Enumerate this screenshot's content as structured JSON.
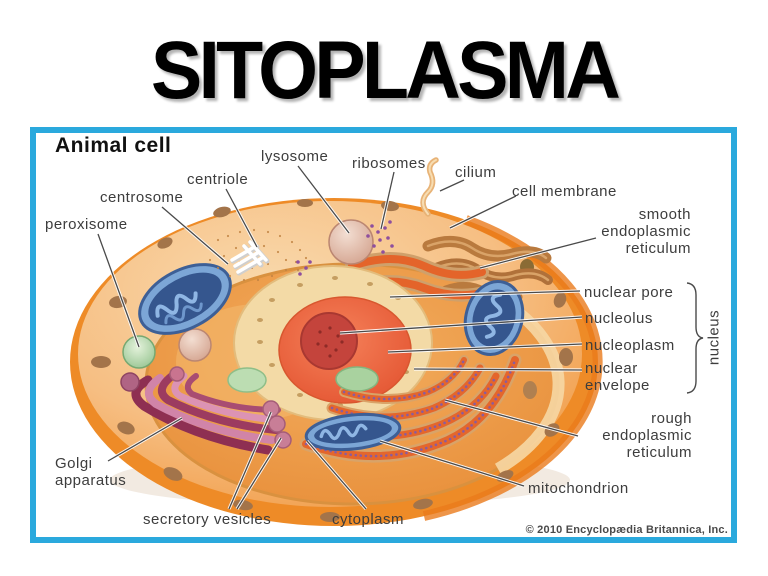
{
  "title": "SITOPLASMA",
  "colors": {
    "frame_border": "#2AA9DD",
    "title_text": "#000000",
    "cell_orange": "#F5821F",
    "mitochondrion_blue": "#7CA6D6",
    "golgi_pink": "#C75A85"
  },
  "diagram": {
    "heading": "Animal cell",
    "copyright": "© 2010 Encyclopædia Britannica, Inc.",
    "labels": {
      "lysosome": "lysosome",
      "ribosomes": "ribosomes",
      "cilium": "cilium",
      "cell_membrane": "cell membrane",
      "centriole": "centriole",
      "centrosome": "centrosome",
      "peroxisome": "peroxisome",
      "smooth_er": "smooth\nendoplasmic\nreticulum",
      "nuclear_pore": "nuclear pore",
      "nucleolus": "nucleolus",
      "nucleoplasm": "nucleoplasm",
      "nuclear_envelope": "nuclear\nenvelope",
      "nucleus": "nucleus",
      "rough_er": "rough\nendoplasmic\nreticulum",
      "mitochondrion": "mitochondrion",
      "golgi_apparatus": "Golgi\napparatus",
      "secretory_vesicles": "secretory vesicles",
      "cytoplasm": "cytoplasm"
    }
  }
}
